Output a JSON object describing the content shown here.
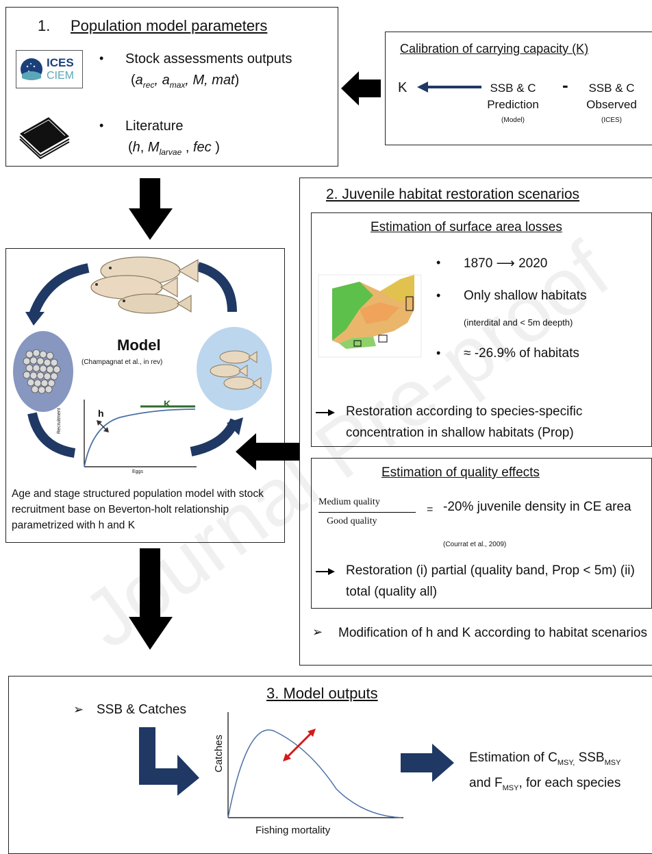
{
  "box1": {
    "number": "1.",
    "title": "Population model parameters",
    "logo_top": "ICES",
    "logo_bottom": "CIEM",
    "item1_label": "Stock assessments outputs",
    "item1_params": "(a_rec, a_max, M, mat)",
    "item2_label": "Literature",
    "item2_params": "(h, M_larvae , fec )"
  },
  "calibration": {
    "title": "Calibration of carrying capacity (K)",
    "k_label": "K",
    "pred_label": "SSB & C\nPrediction",
    "pred_source": "(Model)",
    "minus": "-",
    "obs_label": "SSB & C\nObserved",
    "obs_source": "(ICES)"
  },
  "box2": {
    "title": "2. Juvenile habitat restoration scenarios",
    "surface": {
      "title": "Estimation of surface area losses",
      "bullet1": "1870 ⟶ 2020",
      "bullet2": "Only shallow habitats",
      "bullet2_note": "(interdital and < 5m deepth)",
      "bullet3": "≈ -26.9% of habitats",
      "restoration": "Restoration according to species-specific concentration in shallow habitats (Prop)"
    },
    "quality": {
      "title": "Estimation of quality effects",
      "numerator": "Medium quality",
      "denominator": "Good quality",
      "equals": "=",
      "effect": "-20% juvenile density in CE area",
      "citation": "(Courrat et al., 2009)",
      "restoration": "Restoration (i) partial (quality band, Prop < 5m) (ii) total (quality all)"
    },
    "modification": "Modification of h and K according to habitat scenarios"
  },
  "model": {
    "title": "Model",
    "citation": "(Champagnat et al., in rev)",
    "curve_h": "h",
    "curve_k": "K",
    "ylabel": "Recruitment",
    "xlabel": "Eggs",
    "description": "Age and stage structured population model with stock recruitment base on Beverton-holt relationship parametrized with h and K"
  },
  "box3": {
    "title": "3. Model outputs",
    "bullet": "SSB & Catches",
    "ylabel": "Catches",
    "xlabel": "Fishing mortality",
    "estimation": "Estimation of C_MSY, SSB_MSY and F_MSY, for each species"
  },
  "watermark": "Journal Pre-proof",
  "colors": {
    "navy": "#1f3864",
    "curve": "#4a6fa5",
    "red": "#d41a1a",
    "green": "#2e6b2a",
    "eggs_bg": "#8797c0",
    "fish_bg": "#bcd6ee"
  }
}
